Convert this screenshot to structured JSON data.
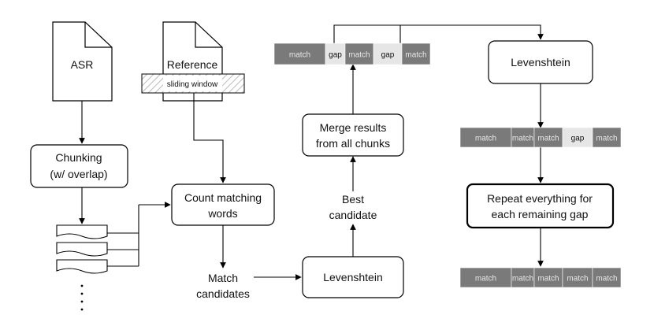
{
  "documents": {
    "asr": "ASR",
    "reference": "Reference",
    "sliding_window": "sliding window"
  },
  "boxes": {
    "chunking_line1": "Chunking",
    "chunking_line2": "(w/ overlap)",
    "count_line1": "Count matching",
    "count_line2": "words",
    "merge_line1": "Merge results",
    "merge_line2": "from all chunks",
    "lev_bottom": "Levenshtein",
    "lev_right": "Levenshtein",
    "repeat_line1": "Repeat everything for",
    "repeat_line2": "each remaining gap"
  },
  "labels": {
    "match_candidates_line1": "Match",
    "match_candidates_line2": "candidates",
    "best_candidate_line1": "Best",
    "best_candidate_line2": "candidate"
  },
  "colors": {
    "match_fill": "#7a7a7a",
    "gap_fill": "#e6e6e6",
    "match_text": "#e8e8e8",
    "gap_text": "#111111",
    "line": "#000000"
  },
  "bars": {
    "top": [
      "match",
      "gap",
      "match",
      "gap",
      "match"
    ],
    "middle": [
      "match",
      "match",
      "match",
      "gap",
      "match"
    ],
    "bottom": [
      "match",
      "match",
      "match",
      "match",
      "match"
    ]
  }
}
